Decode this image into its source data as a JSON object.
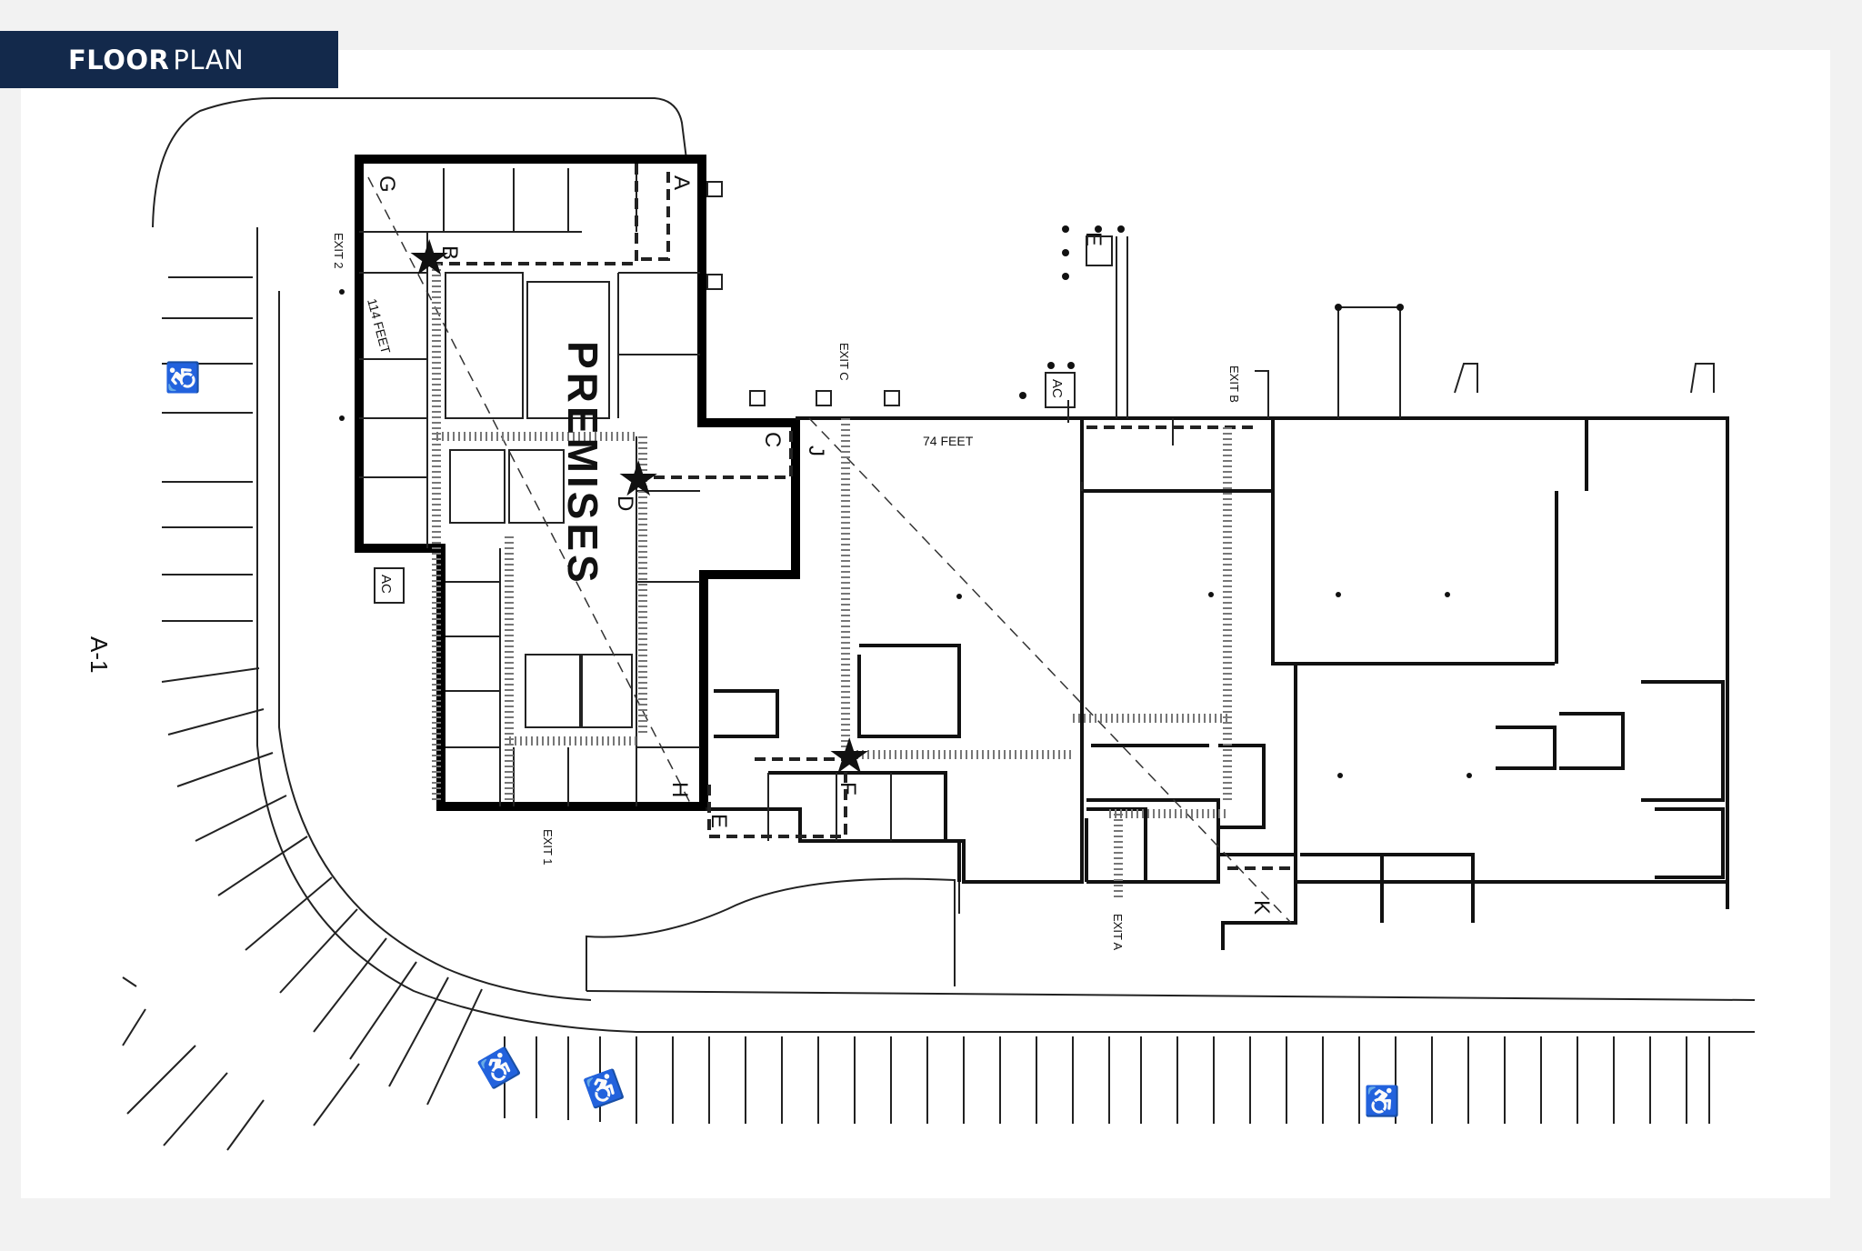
{
  "header": {
    "title_bold": "FLOOR",
    "title_regular": "PLAN"
  },
  "plan": {
    "premises_label": "PREMISES",
    "sheet_label": "A-1",
    "dimension_114": "114 FEET",
    "dimension_74": "74 FEET",
    "exits": [
      "EXIT 1",
      "EXIT 2",
      "EXIT A",
      "EXIT B",
      "EXIT C"
    ],
    "points": [
      "A",
      "B",
      "C",
      "D",
      "E",
      "E",
      "F",
      "G",
      "H",
      "J",
      "K"
    ],
    "ac_units": [
      "AC",
      "AC"
    ],
    "accessible_symbol": "♿"
  }
}
